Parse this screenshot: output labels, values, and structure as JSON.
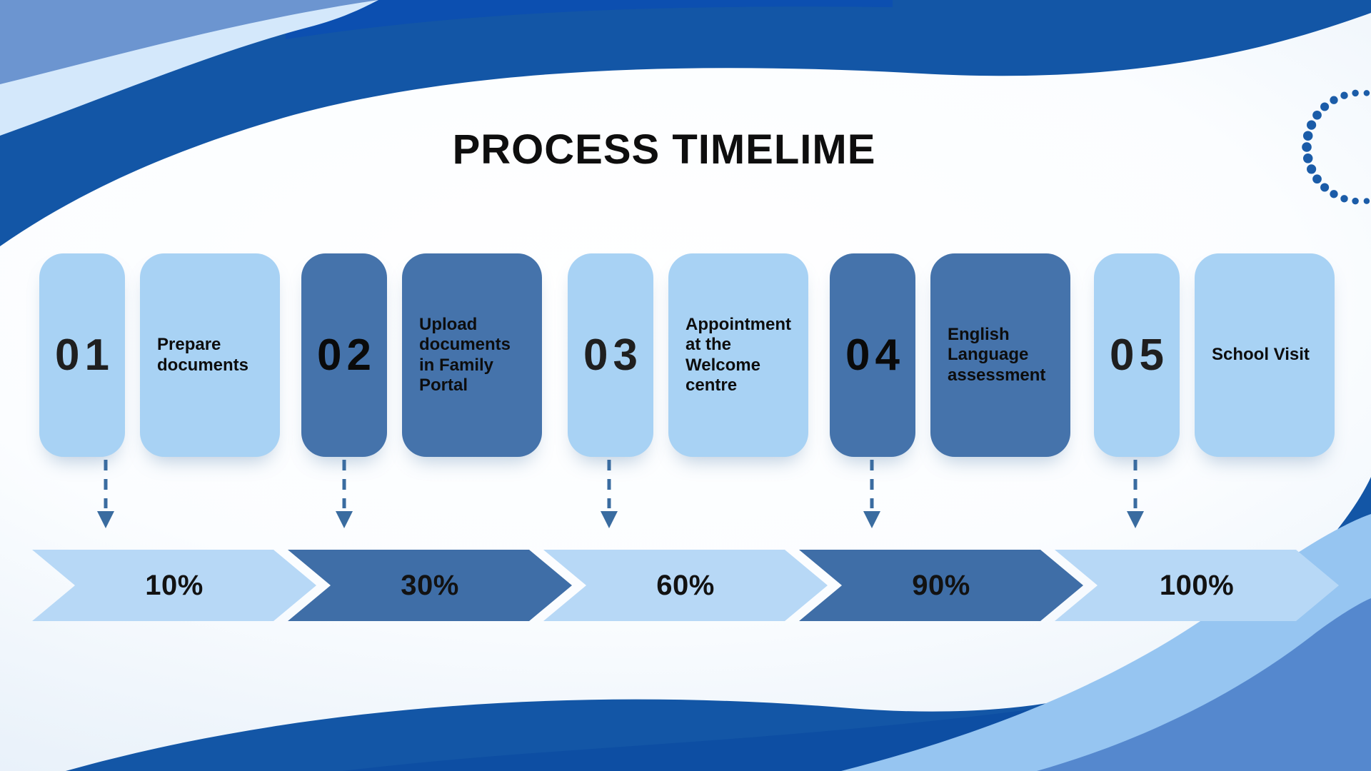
{
  "slide": {
    "title": "PROCESS TIMELIME"
  },
  "steps": [
    {
      "number": "01",
      "label": "Prepare documents",
      "tone": "light"
    },
    {
      "number": "02",
      "label": "Upload documents in Family Portal",
      "tone": "dark"
    },
    {
      "number": "03",
      "label": "Appointment at the Welcome centre",
      "tone": "light"
    },
    {
      "number": "04",
      "label": "English Language assessment",
      "tone": "dark"
    },
    {
      "number": "05",
      "label": "School Visit",
      "tone": "light"
    }
  ],
  "progress_banner": [
    {
      "percent": "10%",
      "tone": "light"
    },
    {
      "percent": "30%",
      "tone": "dark"
    },
    {
      "percent": "60%",
      "tone": "light"
    },
    {
      "percent": "90%",
      "tone": "dark"
    },
    {
      "percent": "100%",
      "tone": "light"
    }
  ],
  "colors": {
    "card_light": "#A8D2F4",
    "card_dark": "#4573AB",
    "chevron_light": "#B7D8F6",
    "chevron_dark": "#3F6EA7",
    "wave_dark": "#1356A6",
    "wave_navy": "#0C4FB0",
    "wave_periwinkle_top": "#6C95D0",
    "wave_light_band_top": "#D4E8FB",
    "wave_bottom_light_band": "#96C5F1",
    "wave_bottom_periwinkle": "#5588CE",
    "wave_bottom_underlay": "#0D4EA3",
    "dots": "#1B5CA8",
    "arrow": "#3A6CA0",
    "text": "#121212"
  }
}
